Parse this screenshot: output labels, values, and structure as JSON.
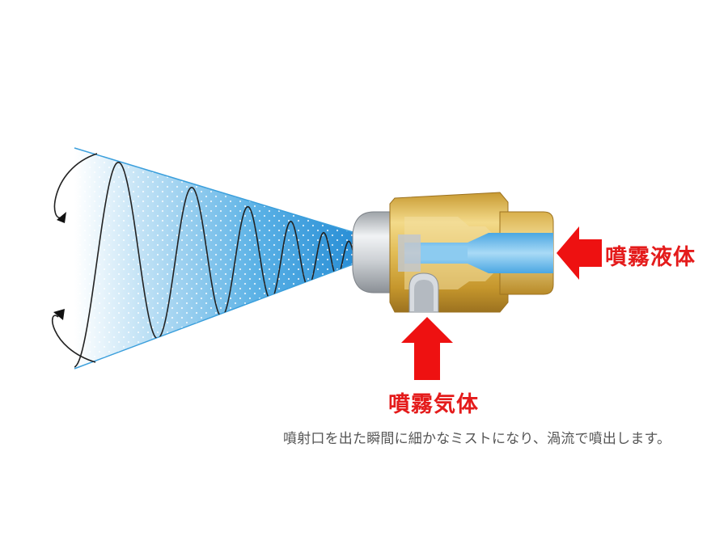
{
  "labels": {
    "liquid": "噴霧液体",
    "gas": "噴霧気体"
  },
  "caption": "噴射口を出た瞬間に細かなミストになり、渦流で噴出します。",
  "icons": {
    "liquid_arrow": "arrow-left-icon",
    "gas_arrow": "arrow-up-icon",
    "swirl_arrows": "curved-arrow-icon"
  },
  "colors": {
    "arrow_red": "#ee1111",
    "label_red": "#e41b1b",
    "caption_gray": "#555555",
    "brass": "#d8b04a",
    "spray_blue": "#3aa0dc",
    "channel_blue": "#7cc4ee"
  }
}
